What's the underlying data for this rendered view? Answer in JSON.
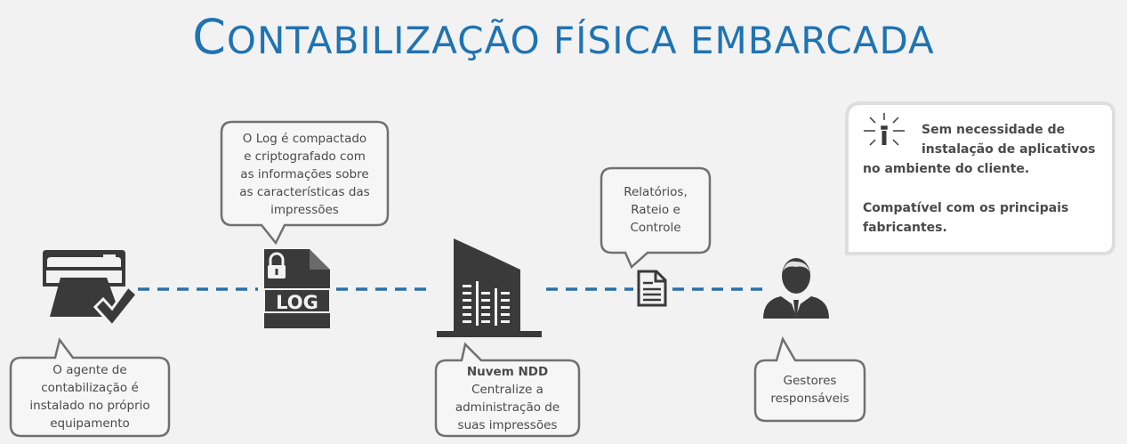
{
  "title": {
    "first_letter": "C",
    "rest": "ONTABILIZAÇÃO FÍSICA EMBARCADA"
  },
  "bubbles": {
    "agent": [
      "O agente de",
      "contabilização é",
      "instalado no próprio",
      "equipamento"
    ],
    "log": [
      "O Log é compactado",
      "e criptografado com",
      "as informações sobre",
      "as características das",
      "impressões"
    ],
    "cloud": [
      "Nuvem NDD",
      "Centralize a",
      "administração de",
      "suas impressões"
    ],
    "reports": [
      "Relatórios,",
      "Rateio e",
      "Controle"
    ],
    "managers": [
      "Gestores",
      "responsáveis"
    ]
  },
  "log_label": "LOG",
  "info": {
    "line1": "Sem necessidade de",
    "line2": "instalação de aplicativos",
    "line3": "no ambiente do cliente.",
    "line4": "Compatível com os principais",
    "line5": "fabricantes."
  },
  "colors": {
    "title": "#1f73b2",
    "dash": "#2a6fa8",
    "icon": "#3a3a3a",
    "bubble_border": "#707070"
  },
  "icons": [
    "printer-check-icon",
    "locked-log-file-icon",
    "cloud-building-icon",
    "document-icon",
    "manager-person-icon",
    "info-icon"
  ]
}
